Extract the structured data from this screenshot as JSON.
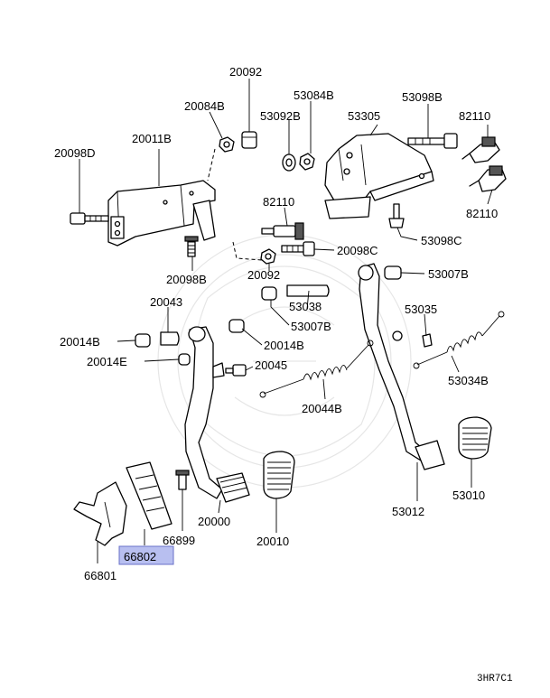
{
  "diagram": {
    "part_labels": {
      "p20092_top": "20092",
      "p20084B": "20084B",
      "p53084B": "53084B",
      "p53098B": "53098B",
      "p53092B": "53092B",
      "p53305": "53305",
      "p82110_right": "82110",
      "p20098D": "20098D",
      "p20011B": "20011B",
      "p82110_right_lower": "82110",
      "p82110_mid": "82110",
      "p53098C": "53098C",
      "p20098C": "20098C",
      "p20098B": "20098B",
      "p20092_mid": "20092",
      "p53007B_right": "53007B",
      "p20043": "20043",
      "p53038": "53038",
      "p53007B_mid": "53007B",
      "p53035": "53035",
      "p20014B_left": "20014B",
      "p20014B_mid": "20014B",
      "p20014E": "20014E",
      "p20045": "20045",
      "p53034B": "53034B",
      "p20044B": "20044B",
      "p20000": "20000",
      "p53012": "53012",
      "p53010": "53010",
      "p66899": "66899",
      "p20010": "20010",
      "p66802": "66802",
      "p66801": "66801"
    },
    "highlighted_part": "66802",
    "highlight_color": "#b8bff0",
    "highlight_border": "#6a70c8",
    "diagram_code": "3HR7C1"
  }
}
